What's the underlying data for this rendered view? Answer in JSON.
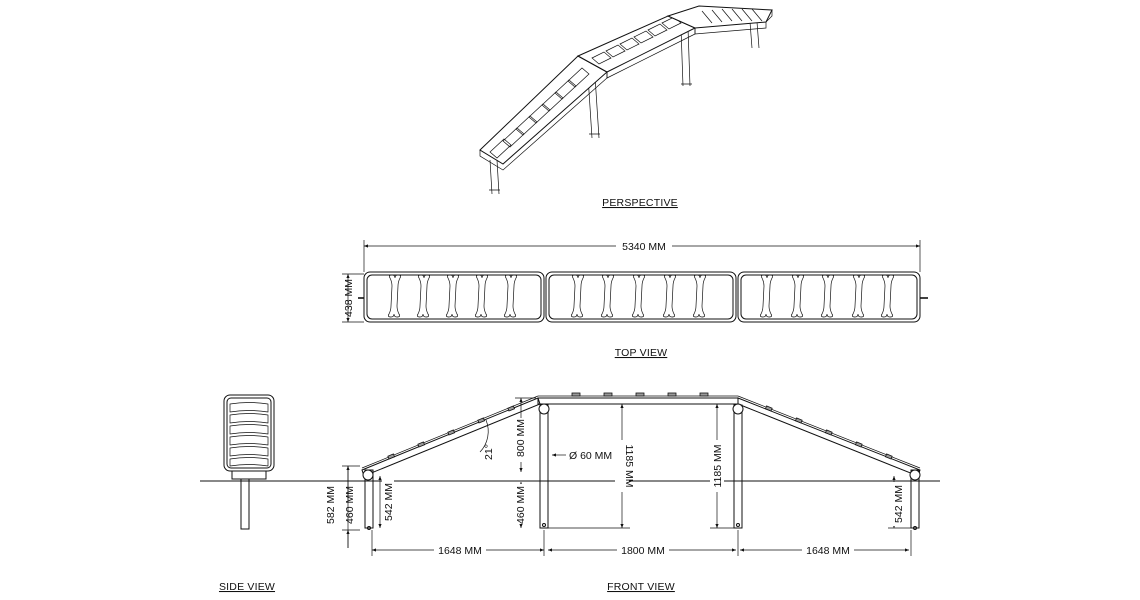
{
  "views": {
    "perspective": "PERSPECTIVE",
    "top": "TOP VIEW",
    "side": "SIDE VIEW",
    "front": "FRONT VIEW"
  },
  "dimensions": {
    "total_length": "5340 MM",
    "width": "438 MM",
    "side_height": "582 MM",
    "ground_460": "460 MM",
    "left_end_height": "542 MM",
    "right_end_height": "542 MM",
    "angle": "21°",
    "middle_rise": "800 MM",
    "post_ground": "460 MM",
    "post_diameter": "Ø 60 MM",
    "post_height_left": "1185 MM",
    "post_height_right": "1185 MM",
    "left_length": "1648 MM",
    "middle_length": "1800 MM",
    "right_length": "1648 MM"
  }
}
